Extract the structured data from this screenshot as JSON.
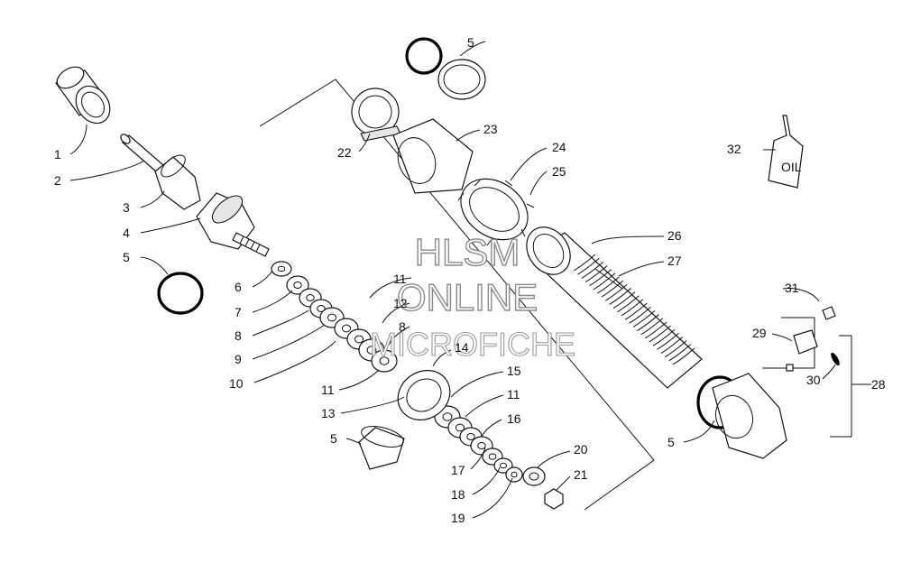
{
  "watermark": {
    "line1": "HLSM",
    "line2": "ONLINE",
    "line3": "MICROFICHE"
  },
  "oil_label": "OIL",
  "callouts": {
    "c1": "1",
    "c2": "2",
    "c3": "3",
    "c4": "4",
    "c5a": "5",
    "c5b": "5",
    "c5c": "5",
    "c5d": "5",
    "c6": "6",
    "c7": "7",
    "c8a": "8",
    "c8b": "8",
    "c9": "9",
    "c10": "10",
    "c11a": "11",
    "c11b": "11",
    "c11c": "11",
    "c12": "12",
    "c13": "13",
    "c14": "14",
    "c15": "15",
    "c16": "16",
    "c17": "17",
    "c18": "18",
    "c19": "19",
    "c20": "20",
    "c21": "21",
    "c22": "22",
    "c23": "23",
    "c24": "24",
    "c25": "25",
    "c26": "26",
    "c27": "27",
    "c28": "28",
    "c29": "29",
    "c30": "30",
    "c31": "31",
    "c32": "32"
  }
}
